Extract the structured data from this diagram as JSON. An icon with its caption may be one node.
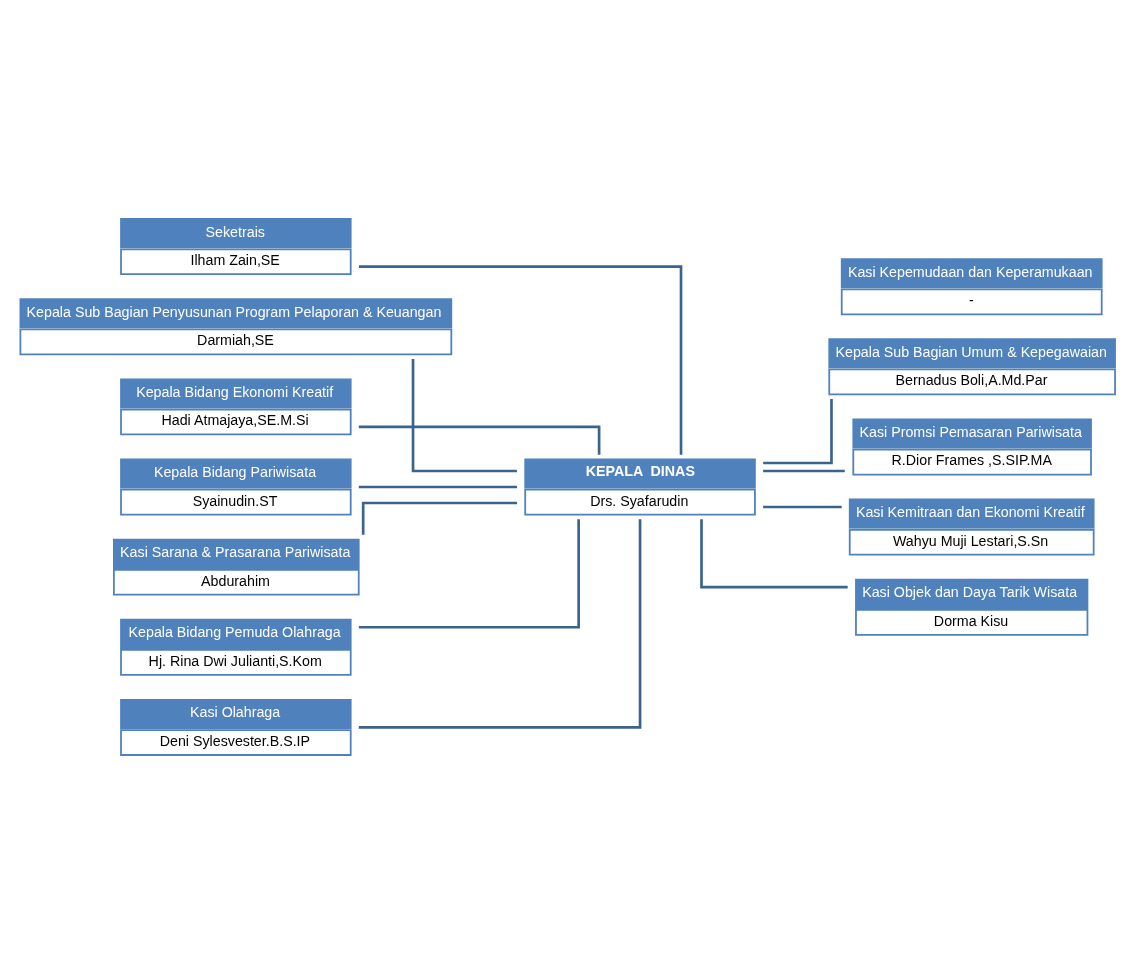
{
  "diagram": {
    "nodes": [
      {
        "text": [
          "KEPALA  DINAS",
          "Drs. Syafarudin"
        ]
      },
      {
        "text": [
          "Seketrais",
          "Ilham Zain,SE"
        ]
      },
      {
        "text": [
          "Kepala Sub Bagian Umum & Kepegawaian",
          "Bernadus Boli,A.Md.Par"
        ]
      },
      {
        "text": [
          "Kepala Sub Bagian Penyusunan Program Pelaporan & Keuangan",
          "Darmiah,SE"
        ]
      },
      {
        "text": [
          "Kasi Promsi Pemasaran Pariwisata",
          "R.Dior Frames ,S.SIP.MA"
        ]
      },
      {
        "text": [
          "Kepala Bidang Ekonomi Kreatif",
          "Hadi Atmajaya,SE.M.Si"
        ]
      },
      {
        "text": [
          "Kasi Kemitraan dan Ekonomi Kreatif",
          "Wahyu Muji Lestari,S.Sn"
        ]
      },
      {
        "text": [
          "Kepala Bidang Pariwisata",
          "Syainudin.ST"
        ]
      },
      {
        "text": [
          "Kasi Objek dan Daya Tarik Wisata",
          "Dorma Kisu"
        ]
      },
      {
        "text": [
          "Kasi Sarana & Prasarana Pariwisata",
          "Abdurahim"
        ]
      },
      {
        "text": [
          "Kasi Kepemudaan dan Keperamukaan",
          "-"
        ]
      },
      {
        "text": [
          "Kepala Bidang Pemuda Olahraga",
          "Hj. Rina Dwi Julianti,S.Kom"
        ]
      },
      {
        "text": [
          "Kasi Olahraga",
          "Deni Sylesvester.B.S.IP"
        ]
      }
    ],
    "edges": [
      {
        "from": 1,
        "to": 0,
        "arrow": "none"
      },
      {
        "from": 0,
        "to": 2,
        "arrow": "none"
      },
      {
        "from": 3,
        "to": 0,
        "arrow": "none"
      },
      {
        "from": 0,
        "to": 4,
        "arrow": "none"
      },
      {
        "from": 5,
        "to": 0,
        "arrow": "none"
      },
      {
        "from": 0,
        "to": 6,
        "arrow": "none"
      },
      {
        "from": 7,
        "to": 0,
        "arrow": "none"
      },
      {
        "from": 0,
        "to": 8,
        "arrow": "none"
      },
      {
        "from": 9,
        "to": 0,
        "arrow": "none"
      },
      {
        "from": 11,
        "to": 0,
        "arrow": "none"
      },
      {
        "from": 12,
        "to": 0,
        "arrow": "none"
      }
    ]
  }
}
